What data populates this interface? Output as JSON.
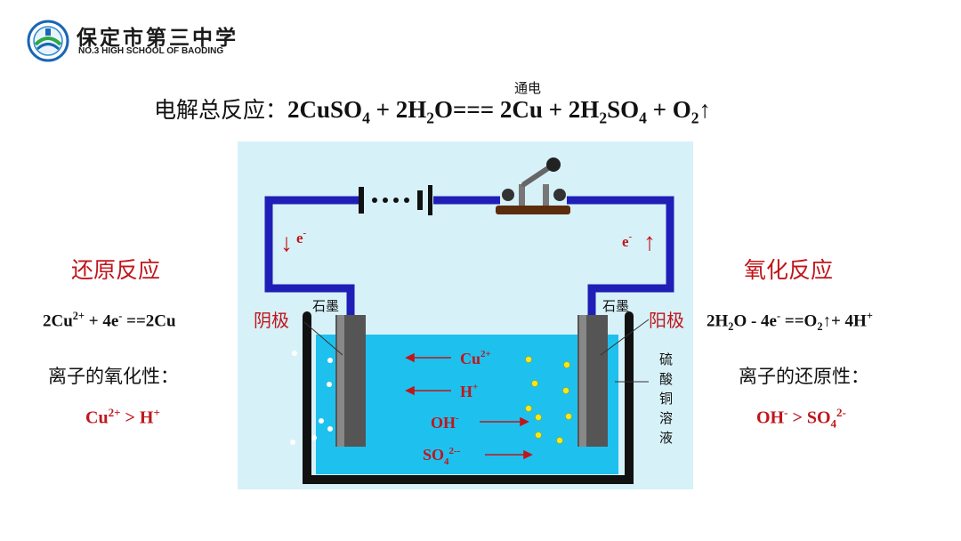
{
  "header": {
    "school_name_cn": "保定市第三中学",
    "school_name_en": "NO.3 HIGH SCHOOL OF BAODING",
    "logo_icon": "school-logo-icon"
  },
  "overall": {
    "label": "电解总反应：",
    "condition": "通电",
    "lhs_1": "2CuSO",
    "lhs_1_sub": "4",
    "plus_1": " + 2H",
    "h2o_sub": "2",
    "h2o_tail": "O",
    "arrow": "===",
    "rhs_1": " 2Cu + 2H",
    "h2so4_sub1": "2",
    "h2so4_mid": "SO",
    "h2so4_sub2": "4",
    "rhs_2": " + O",
    "o2_sub": "2",
    "gas_arrow": "↑"
  },
  "left": {
    "title": "还原反应",
    "eq": {
      "a": "2Cu",
      "a_sup": "2+",
      "b": " + 4e",
      "b_sup": "-",
      "c": " ==2Cu"
    },
    "label": "离子的氧化性：",
    "order": {
      "a": "Cu",
      "a_sup": "2+",
      "b": " > H",
      "b_sup": "+"
    }
  },
  "right": {
    "title": "氧化反应",
    "eq": {
      "a": "2H",
      "a_sub": "2",
      "b": "O - 4e",
      "b_sup": "-",
      "c": " ==O",
      "c_sub": "2",
      "d": "↑+ 4H",
      "d_sup": "+"
    },
    "label": "离子的还原性：",
    "order": {
      "a": "OH",
      "a_sup": "-",
      "b": " > SO",
      "b_sub": "4",
      "b_sup": "2-"
    }
  },
  "diagram": {
    "left_electrode_material": "石墨",
    "right_electrode_material": "石墨",
    "cathode_label": "阴极",
    "anode_label": "阳极",
    "electron_left": {
      "text": "e",
      "sup": "-",
      "arrow": "↓"
    },
    "electron_right": {
      "text": "e",
      "sup": "-",
      "arrow": "↑"
    },
    "ions": {
      "cu": {
        "text": "Cu",
        "sup": "2+"
      },
      "h": {
        "text": "H",
        "sup": "+"
      },
      "oh": {
        "text": "OH",
        "sup": "-"
      },
      "so4": {
        "text": "SO",
        "sub": "4",
        "sup": "2--"
      }
    },
    "solution_chars": [
      "硫",
      "酸",
      "铜",
      "溶",
      "液"
    ],
    "colors": {
      "background": "#d7f1f8",
      "solution": "#1ec1ee",
      "wire": "#1f1fb8",
      "ion_text": "#c0161b",
      "electrode": "#555555"
    }
  }
}
